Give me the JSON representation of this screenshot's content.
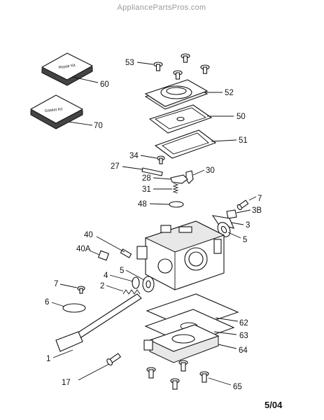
{
  "watermark": "AppliancePartsPros.com",
  "date_code": "5/04",
  "kits": {
    "repair_kit": "Repair Kit",
    "gasket_kit": "Gasket Kit"
  },
  "callouts": {
    "c53": "53",
    "c60": "60",
    "c52": "52",
    "c70": "70",
    "c50": "50",
    "c51": "51",
    "c34": "34",
    "c27": "27",
    "c30": "30",
    "c28": "28",
    "c31": "31",
    "c7a": "7",
    "c3B": "3B",
    "c48": "48",
    "c3": "3",
    "c40": "40",
    "c5a": "5",
    "c40A": "40A",
    "c4": "4",
    "c5b": "5",
    "c2": "2",
    "c7b": "7",
    "c6": "6",
    "c62": "62",
    "c63": "63",
    "c64": "64",
    "c1": "1",
    "c17": "17",
    "c65": "65"
  }
}
